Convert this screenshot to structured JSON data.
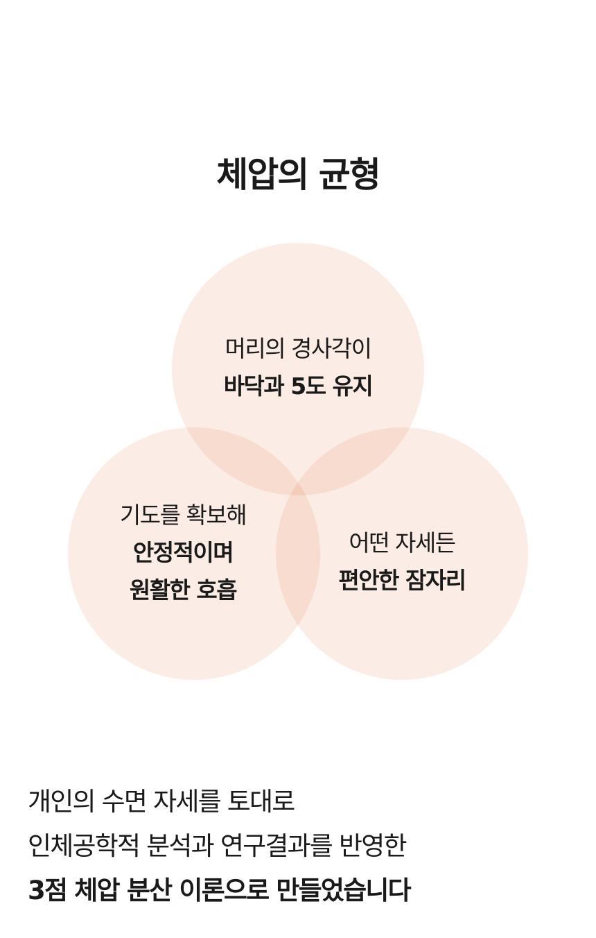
{
  "title": "체압의 균형",
  "circles": {
    "top": {
      "line1": "머리의 경사각이",
      "line2": "바닥과 5도 유지"
    },
    "left": {
      "line1": "기도를 확보해",
      "line2": "안정적이며",
      "line3": "원활한 호흡"
    },
    "right": {
      "line1": "어떤 자세든",
      "line2": "편안한 잠자리"
    }
  },
  "description": {
    "line1": "개인의 수면 자세를 토대로",
    "line2": "인체공학적 분석과 연구결과를 반영한",
    "line3": "3점 체압 분산 이론으로 만들었습니다"
  },
  "colors": {
    "circle_fill": "#f2c8b0",
    "text": "#1a1a1a"
  }
}
